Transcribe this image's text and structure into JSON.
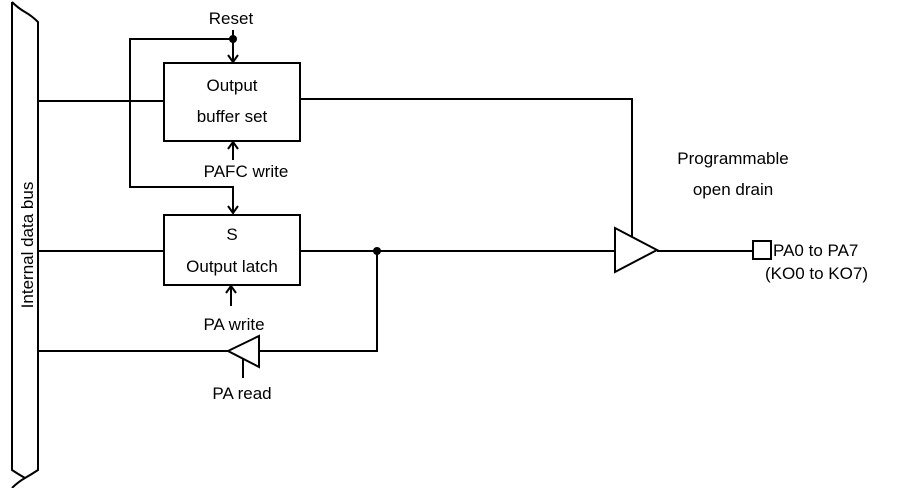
{
  "labels": {
    "reset": "Reset",
    "output_buffer_set_line1": "Output",
    "output_buffer_set_line2": "buffer set",
    "pafc_write": "PAFC write",
    "programmable_line1": "Programmable",
    "programmable_line2": "open drain",
    "s": "S",
    "output_latch": "Output latch",
    "pin_line1": "PA0 to PA7",
    "pin_line2": "(KO0 to KO7)",
    "pa_write": "PA write",
    "pa_read": "PA read",
    "bus": "Internal data bus"
  }
}
